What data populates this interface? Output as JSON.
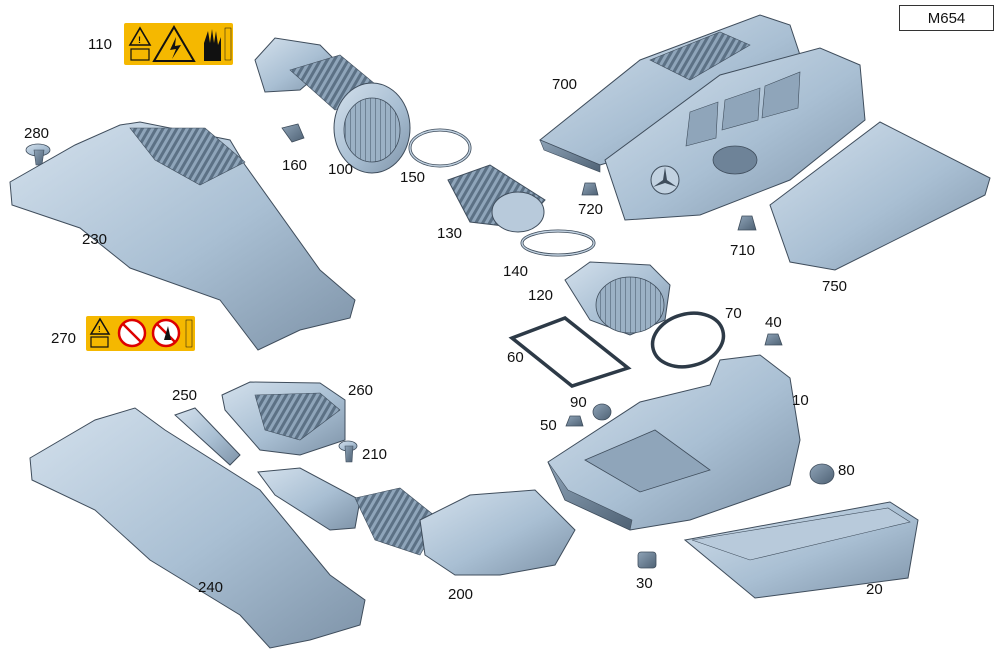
{
  "diagram": {
    "code": "M654",
    "part_numbers": {
      "p10": "10",
      "p20": "20",
      "p30": "30",
      "p40": "40",
      "p50": "50",
      "p60": "60",
      "p70": "70",
      "p80": "80",
      "p90": "90",
      "p100": "100",
      "p110": "110",
      "p120": "120",
      "p130": "130",
      "p140": "140",
      "p150": "150",
      "p160": "160",
      "p200": "200",
      "p210": "210",
      "p230": "230",
      "p240": "240",
      "p250": "250",
      "p260": "260",
      "p270": "270",
      "p280": "280",
      "p700": "700",
      "p710": "710",
      "p720": "720",
      "p750": "750"
    }
  },
  "colors": {
    "part_fill": "#a9bfd3",
    "part_light": "#c9d8e6",
    "part_dark": "#7e93a8",
    "outline": "#3f4d5c",
    "warning": "#f5b800"
  }
}
